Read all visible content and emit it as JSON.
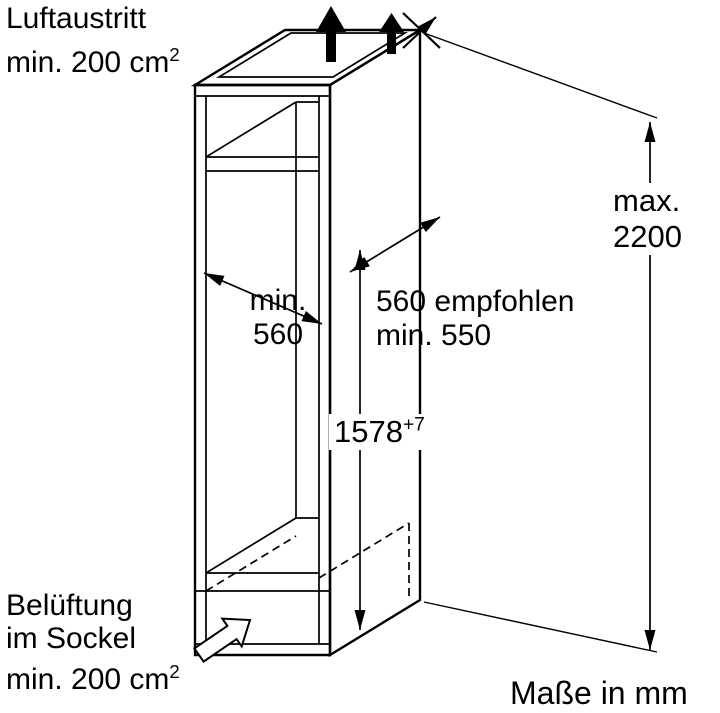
{
  "colors": {
    "line": "#000000",
    "background": "#ffffff",
    "text": "#000000"
  },
  "labels": {
    "air_outlet": {
      "line1": "Luftaustritt",
      "line2": "min. 200 cm",
      "superscript": "2"
    },
    "base_vent": {
      "line1": "Belüftung",
      "line2": "im Sockel",
      "line3": "min. 200 cm",
      "superscript": "2"
    },
    "units_note": "Maße in mm"
  },
  "dimensions": {
    "overall_height": {
      "prefix": "max.",
      "value": "2200"
    },
    "niche_height": {
      "value": "1578",
      "tolerance": "+7"
    },
    "depth_left": {
      "prefix": "min.",
      "value": "560"
    },
    "depth_right": {
      "line1": "560 empfohlen",
      "line2": "min. 550"
    }
  },
  "icons": {
    "air_out_arrows": "solid-up-arrow",
    "no_air_exit": "crossed-arrow",
    "base_airflow": "outline-up-right-arrow"
  }
}
